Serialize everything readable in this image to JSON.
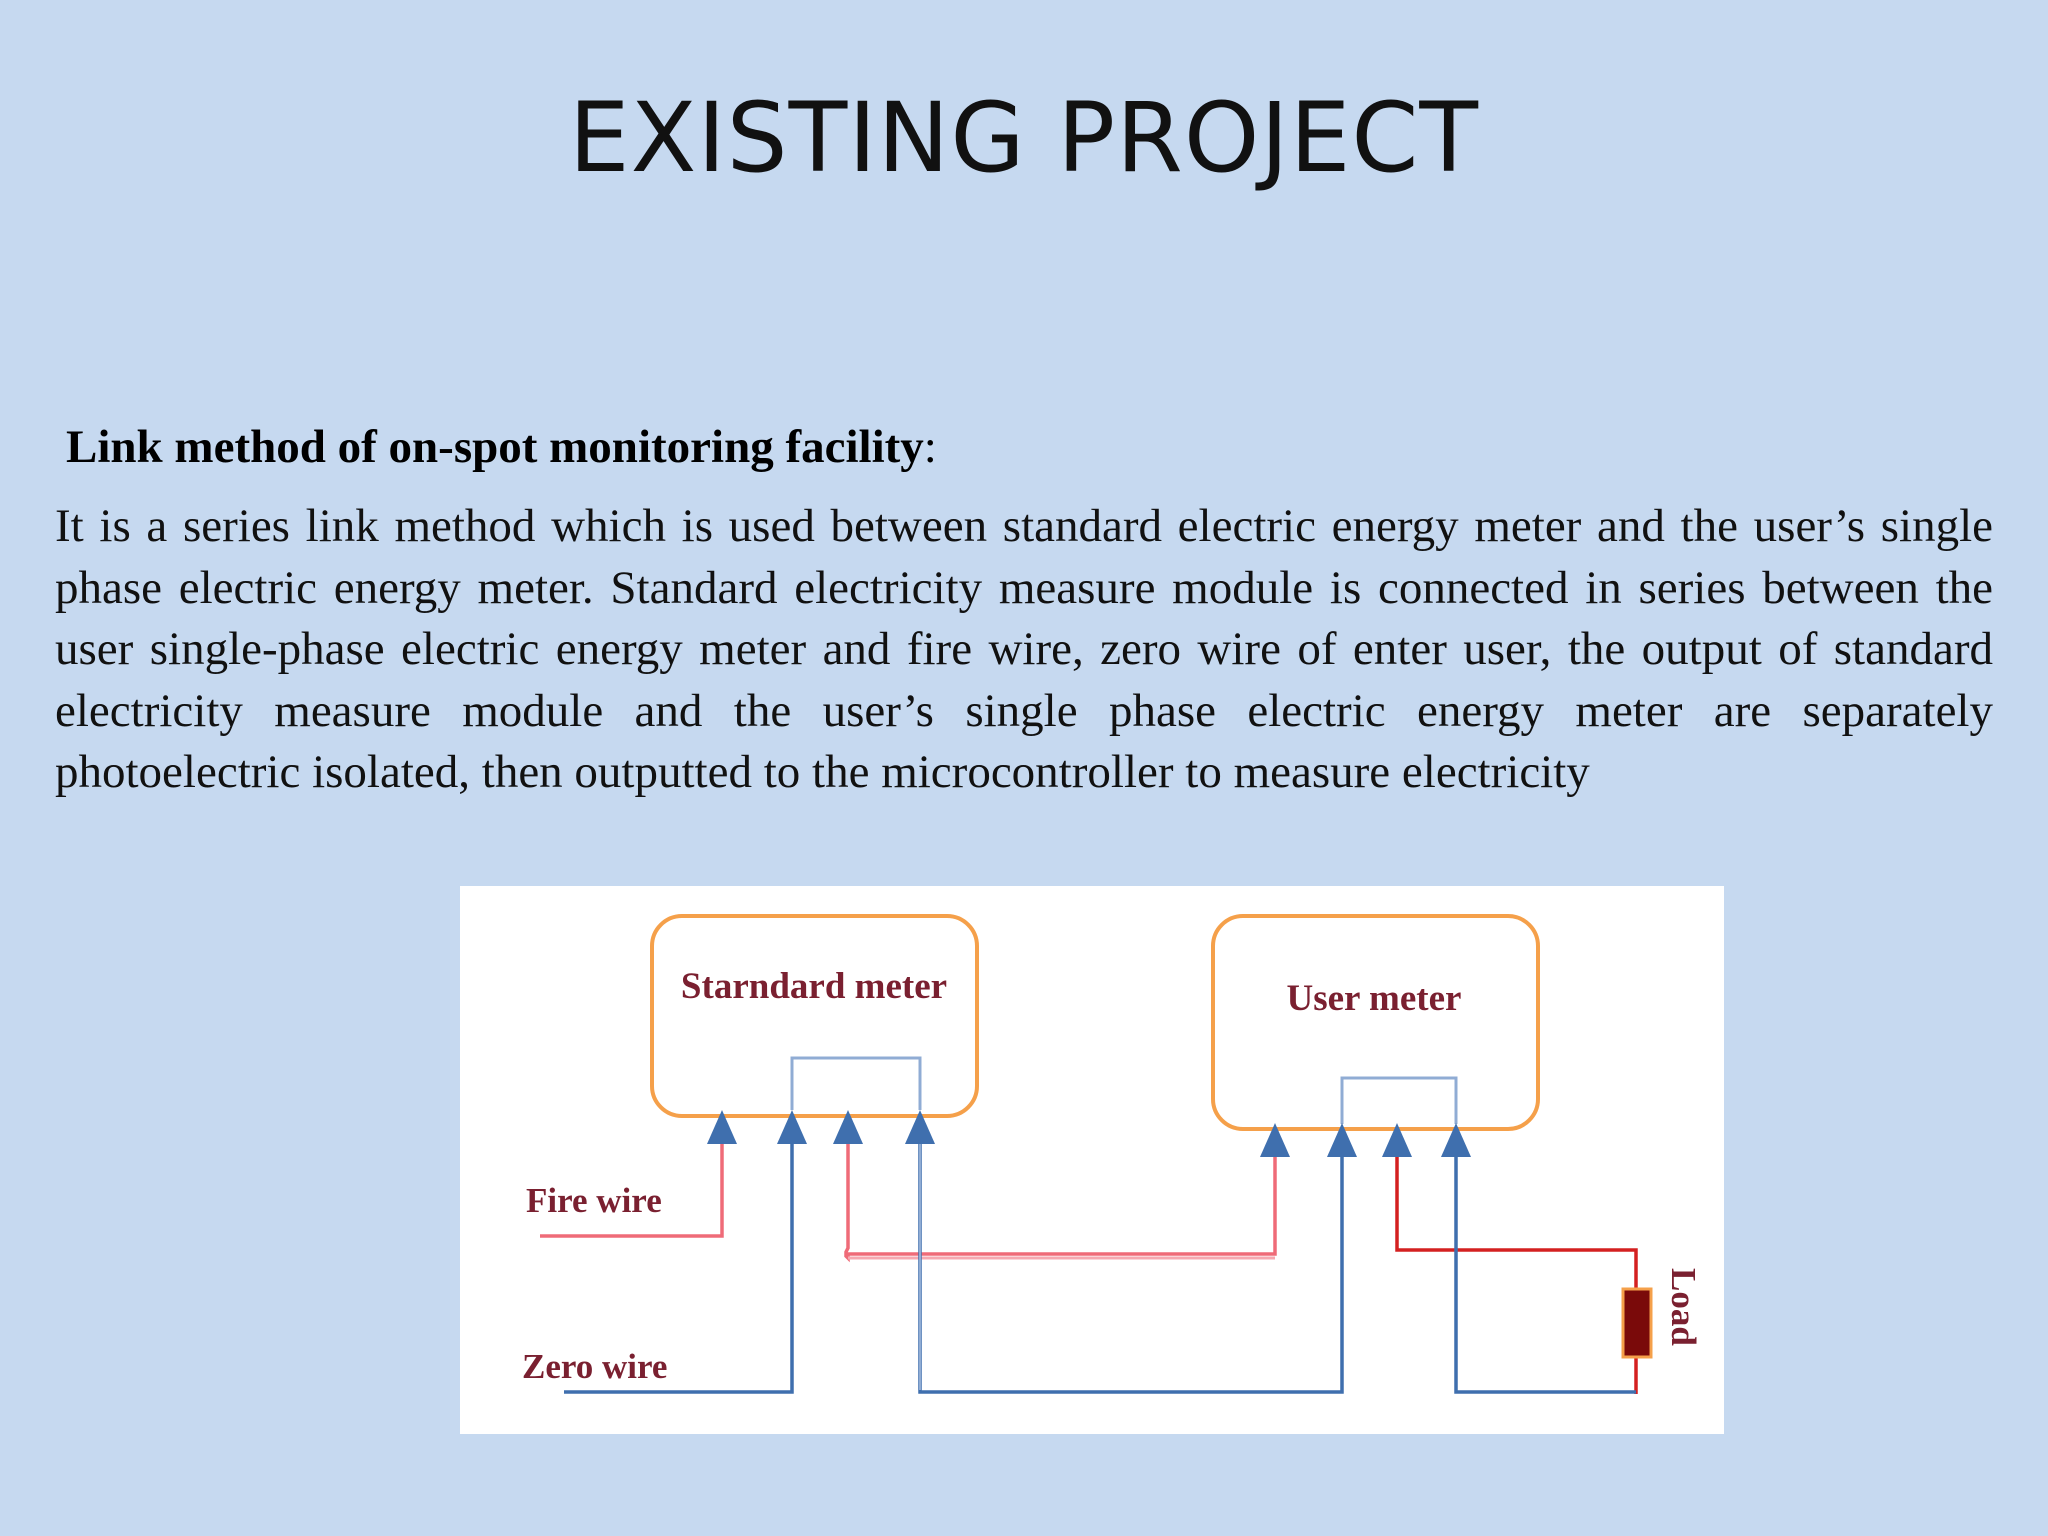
{
  "slide": {
    "title": "EXISTING PROJECT",
    "heading": "Link method of on-spot monitoring facility",
    "heading_suffix": ":",
    "body": "It is a series link method which is used between standard electric energy meter and the user’s single phase electric energy meter. Standard electricity measure module is connected in series between the user single-phase electric energy meter and fire wire, zero wire of enter user, the output of standard electricity measure module and the user’s single phase electric energy meter are separately photoelectric isolated, then outputted to the  microcontroller to measure electricity"
  },
  "diagram": {
    "standard_meter_label": "Starndard meter",
    "user_meter_label": "User meter",
    "fire_wire_label": "Fire wire",
    "zero_wire_label": "Zero wire",
    "load_label": "Load",
    "colors": {
      "box_border": "#f5a04a",
      "terminal": "#3f6fae",
      "fire_wire": "#ef6b78",
      "load_wire": "#d42020",
      "zero_wire": "#3f6fae",
      "internal_link": "#90acd4",
      "load_body": "#7a0a0a",
      "label_text": "#7a2030"
    }
  }
}
